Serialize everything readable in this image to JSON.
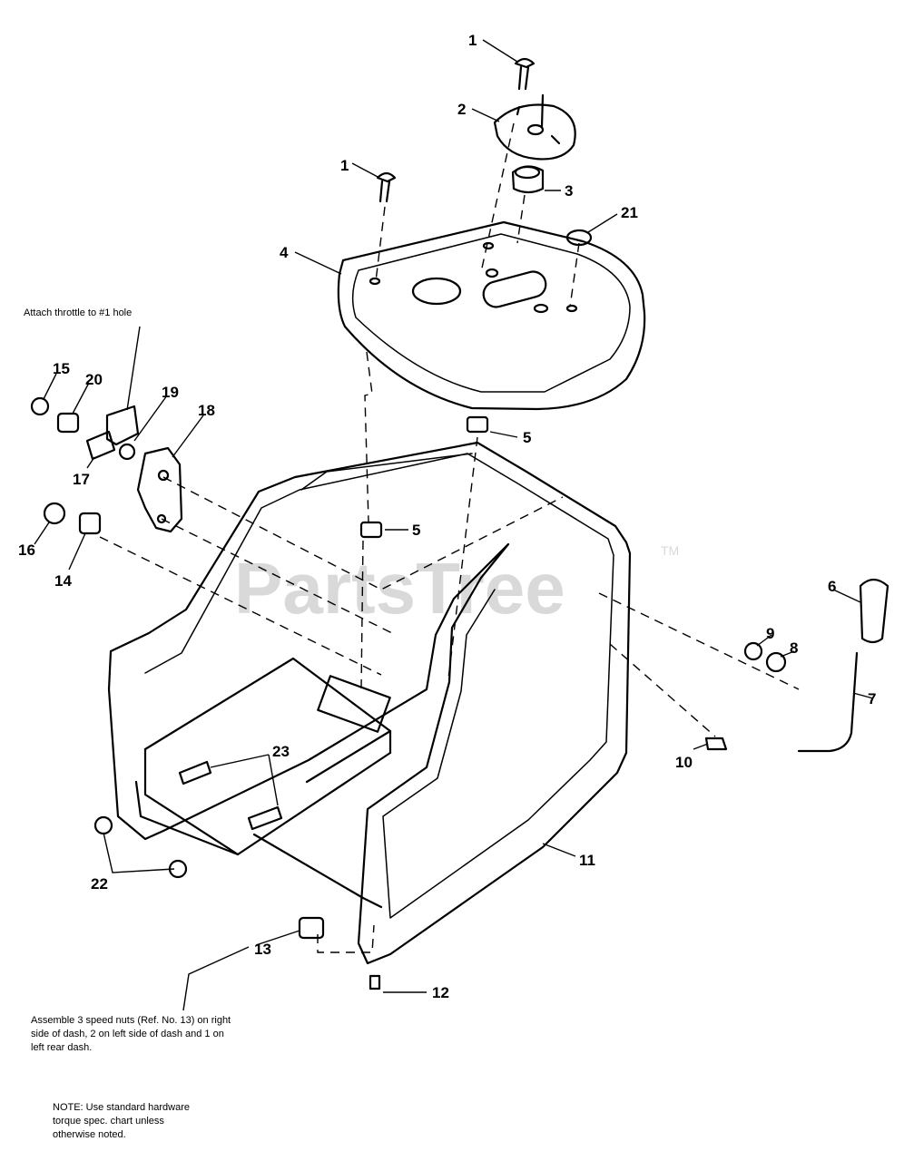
{
  "watermark": {
    "text": "PartsTree",
    "tm": "TM"
  },
  "notes": {
    "throttle": "Attach throttle to #1 hole",
    "speed_nuts": "Assemble 3 speed nuts (Ref. No. 13) on right\nside of dash, 2 on left side of dash and 1 on\nleft rear dash.",
    "hardware": "NOTE: Use standard hardware\ntorque spec. chart unless\notherwise noted."
  },
  "callouts": [
    "1",
    "2",
    "1",
    "3",
    "21",
    "4",
    "15",
    "20",
    "19",
    "18",
    "17",
    "5",
    "5",
    "16",
    "14",
    "6",
    "9",
    "8",
    "7",
    "10",
    "23",
    "11",
    "22",
    "13",
    "12"
  ]
}
